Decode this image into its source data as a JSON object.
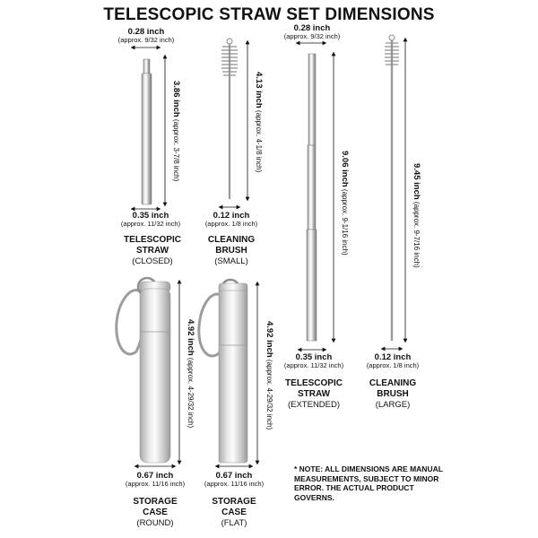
{
  "title": "TELESCOPIC STRAW SET DIMENSIONS",
  "items": {
    "straw_closed": {
      "top_width": {
        "main": "0.28 inch",
        "sub": "(approx. 9/32 inch)"
      },
      "length": {
        "main": "3.86 inch",
        "sub": "(approx. 3-7/8 inch)"
      },
      "bottom_width": {
        "main": "0.35 inch",
        "sub": "(approx. 11/32 inch)"
      },
      "name": [
        "TELESCOPIC",
        "STRAW",
        "(CLOSED)"
      ]
    },
    "brush_small": {
      "length": {
        "main": "4.13 inch",
        "sub": "(approx. 4-1/8 inch)"
      },
      "bottom_width": {
        "main": "0.12 inch",
        "sub": "(approx. 1/8 inch)"
      },
      "name": [
        "CLEANING",
        "BRUSH",
        "(SMALL)"
      ]
    },
    "straw_extended": {
      "top_width": {
        "main": "0.28 inch",
        "sub": "(approx. 9/32 inch)"
      },
      "length": {
        "main": "9.06 inch",
        "sub": "(approx. 9-1/16 inch)"
      },
      "bottom_width": {
        "main": "0.35 inch",
        "sub": "(approx. 11/32 inch)"
      },
      "name": [
        "TELESCOPIC",
        "STRAW",
        "(EXTENDED)"
      ]
    },
    "brush_large": {
      "length": {
        "main": "9.45 inch",
        "sub": "(approx. 9-7/16 inch)"
      },
      "bottom_width": {
        "main": "0.12 inch",
        "sub": "(approx. 1/8 inch)"
      },
      "name": [
        "CLEANING",
        "BRUSH",
        "(LARGE)"
      ]
    },
    "case_round": {
      "length": {
        "main": "4.92 inch",
        "sub": "(approx. 4-29/32 inch)"
      },
      "bottom_width": {
        "main": "0.67 inch",
        "sub": "(approx. 11/16 inch)"
      },
      "name": [
        "STORAGE",
        "CASE",
        "(ROUND)"
      ]
    },
    "case_flat": {
      "length": {
        "main": "4.92 inch",
        "sub": "(approx. 4-29/32 inch)"
      },
      "bottom_width": {
        "main": "0.67 inch",
        "sub": "(approx. 11/16 inch)"
      },
      "name": [
        "STORAGE",
        "CASE",
        "(FLAT)"
      ]
    }
  },
  "note": "* NOTE: ALL DIMENSIONS ARE MANUAL MEASUREMENTS, SUBJECT TO MINOR ERROR. THE ACTUAL PRODUCT GOVERNS.",
  "colors": {
    "metal_light": "#e8e8e8",
    "metal_mid": "#bdbdbd",
    "metal_dark": "#7d7d7d",
    "text": "#111111"
  }
}
